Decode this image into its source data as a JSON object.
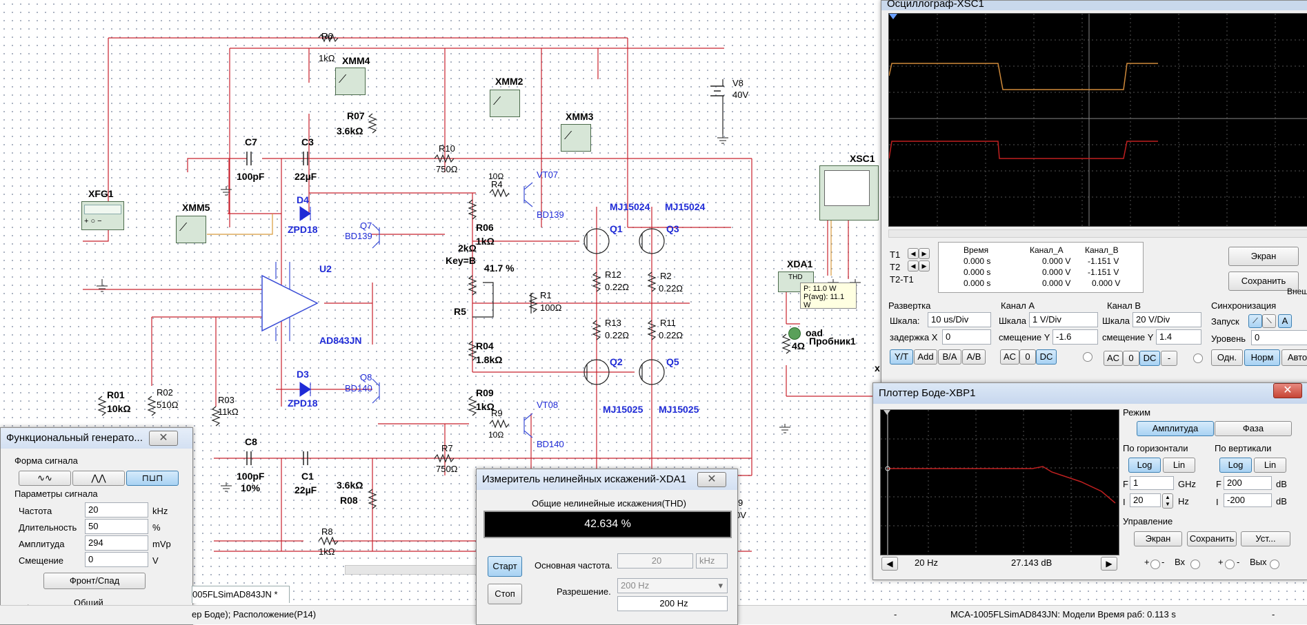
{
  "schematic": {
    "labels": {
      "r6": "R6",
      "r6v": "1kΩ",
      "xmm4": "XMM4",
      "xmm2": "XMM2",
      "xmm3": "XMM3",
      "xmm5": "XMM5",
      "v8": "V8",
      "v8v": "40V",
      "r07": "R07",
      "r07v": "3.6kΩ",
      "c7": "C7",
      "c7v": "100pF",
      "c3": "C3",
      "c3v": "22µF",
      "r10": "R10",
      "r10v": "750Ω",
      "r4v": "10Ω",
      "r4": "R4",
      "vt07": "VT07",
      "bd139a": "BD139",
      "d4": "D4",
      "zpd18a": "ZPD18",
      "xfg1": "XFG1",
      "q7": "Q7",
      "bd139b": "BD139",
      "r06": "R06",
      "r06v": "1kΩ",
      "r5v": "2kΩ",
      "key": "Key=B",
      "pct": "41.7 %",
      "r5": "R5",
      "q1": "Q1",
      "q3": "Q3",
      "mj1": "MJ15024",
      "mj2": "MJ15024",
      "u2": "U2",
      "ad843": "AD843JN",
      "r1": "R1",
      "r1v": "100Ω",
      "r12": "R12",
      "r12v": "0.22Ω",
      "r2": "R2",
      "r2v": "0.22Ω",
      "r13": "R13",
      "r13v": "0.22Ω",
      "r11": "R11",
      "r11v": "0.22Ω",
      "r04": "R04",
      "r04v": "1.8kΩ",
      "d3": "D3",
      "zpd18b": "ZPD18",
      "q8": "Q8",
      "bd140a": "BD140",
      "r09": "R09",
      "r09v": "1kΩ",
      "q2": "Q2",
      "q5": "Q5",
      "mj3": "MJ15025",
      "mj4": "MJ15025",
      "r9": "R9",
      "r9v": "10Ω",
      "vt08": "VT08",
      "bd140b": "BD140",
      "r01": "R01",
      "r01v": "10kΩ",
      "r02": "R02",
      "r02v": "510Ω",
      "r03": "R03",
      "r03v": "11kΩ",
      "c8": "C8",
      "c8v": "100pF",
      "c8p": "10%",
      "c1": "C1",
      "c1v": "22µF",
      "r7": "R7",
      "r7v": "750Ω",
      "r08v": "3.6kΩ",
      "r08": "R08",
      "r8": "R8",
      "r8v": "1kΩ",
      "xsc1": "XSC1",
      "xda1": "XDA1",
      "thd": "THD",
      "load": "oad",
      "loadv": "4Ω",
      "probe": "Пробник1",
      "cut1": "9",
      "cut2": "0V",
      "x": "x"
    },
    "probe_tooltip": {
      "p": "P: 11.0 W",
      "pavg": "P(avg): 11.1 W"
    }
  },
  "oscilloscope": {
    "title": "Осциллограф-XSC1",
    "readout_headers": [
      "Время",
      "Канал_A",
      "Канал_B"
    ],
    "rows": [
      {
        "label": "T1",
        "time": "0.000 s",
        "a": "0.000 V",
        "b": "-1.151 V"
      },
      {
        "label": "T2",
        "time": "0.000 s",
        "a": "0.000 V",
        "b": "-1.151 V"
      },
      {
        "label": "T2-T1",
        "time": "0.000 s",
        "a": "0.000 V",
        "b": "0.000 V"
      }
    ],
    "screen_btn": "Экран",
    "save_btn": "Сохранить",
    "ext_label": "Внеш",
    "timebase": {
      "title": "Развертка",
      "scale_label": "Шкала:",
      "scale": "10 us/Div",
      "delay_label": "задержка X",
      "delay": "0",
      "btns": [
        "Y/T",
        "Add",
        "B/A",
        "A/B"
      ]
    },
    "cha": {
      "title": "Канал A",
      "scale_label": "Шкала",
      "scale": "1  V/Div",
      "offset_label": "смещение Y",
      "offset": "-1.6",
      "btns": [
        "AC",
        "0",
        "DC"
      ]
    },
    "chb": {
      "title": "Канал B",
      "scale_label": "Шкала",
      "scale": "20  V/Div",
      "offset_label": "смещение Y",
      "offset": "1.4",
      "btns": [
        "AC",
        "0",
        "DC",
        "-"
      ]
    },
    "trigger": {
      "title": "Синхронизация",
      "start_label": "Запуск",
      "level_label": "Уровень",
      "level": "0",
      "a": "A",
      "btns": [
        "Одн.",
        "Норм",
        "Авто"
      ]
    }
  },
  "bode": {
    "title": "Плоттер Боде-XBP1",
    "mode_label": "Режим",
    "amp_btn": "Амплитуда",
    "phase_btn": "Фаза",
    "horiz_label": "По горизонтали",
    "vert_label": "По вертикали",
    "log": "Log",
    "lin": "Lin",
    "hf_label": "F",
    "hf": "1",
    "hf_unit": "GHz",
    "hi_label": "I",
    "hi": "20",
    "hi_unit": "Hz",
    "vf_label": "F",
    "vf": "200",
    "vf_unit": "dB",
    "vi_label": "I",
    "vi": "-200",
    "vi_unit": "dB",
    "control_label": "Управление",
    "screen_btn": "Экран",
    "save_btn": "Сохранить",
    "set_btn": "Уст...",
    "readout_freq": "20  Hz",
    "readout_db": "27.143 dB",
    "in_label": "Вх",
    "out_label": "Вых",
    "plus": "+",
    "minus": "-"
  },
  "funcgen": {
    "title": "Функциональный генерато...",
    "waveform_label": "Форма сигнала",
    "params_label": "Параметры сигнала",
    "params": [
      {
        "name": "Частота",
        "value": "20",
        "unit": "kHz"
      },
      {
        "name": "Длительность",
        "value": "50",
        "unit": "%"
      },
      {
        "name": "Амплитуда",
        "value": "294",
        "unit": "mVp"
      },
      {
        "name": "Смещение",
        "value": "0",
        "unit": "V"
      }
    ],
    "edge_btn": "Фронт/Спад",
    "common_label": "Общий",
    "plus": "+",
    "minus": "–"
  },
  "distortion": {
    "title": "Измеритель нелинейных искажений-XDA1",
    "thd_label": "Общие нелинейные искажения(THD)",
    "thd_value": "42.634 %",
    "start_btn": "Старт",
    "stop_btn": "Стоп",
    "fund_label": "Основная частота.",
    "fund_value": "20",
    "fund_unit": "kHz",
    "res_label": "Разрешение.",
    "res_select": "200 Hz",
    "res_value": "200 Hz"
  },
  "status": {
    "tab": "005FLSimAD843JN *",
    "left": "ер Боде); Расположение(P14)",
    "dash": "-",
    "right": "MCA-1005FLSimAD843JN: Модели  Время раб: 0.113 s",
    "dash2": "-"
  },
  "colors": {
    "wire": "#c8202c",
    "trace_a": "#d08a3a",
    "trace_b": "#c02020",
    "bode_trace": "#c02020",
    "screen_bg": "#000000"
  }
}
